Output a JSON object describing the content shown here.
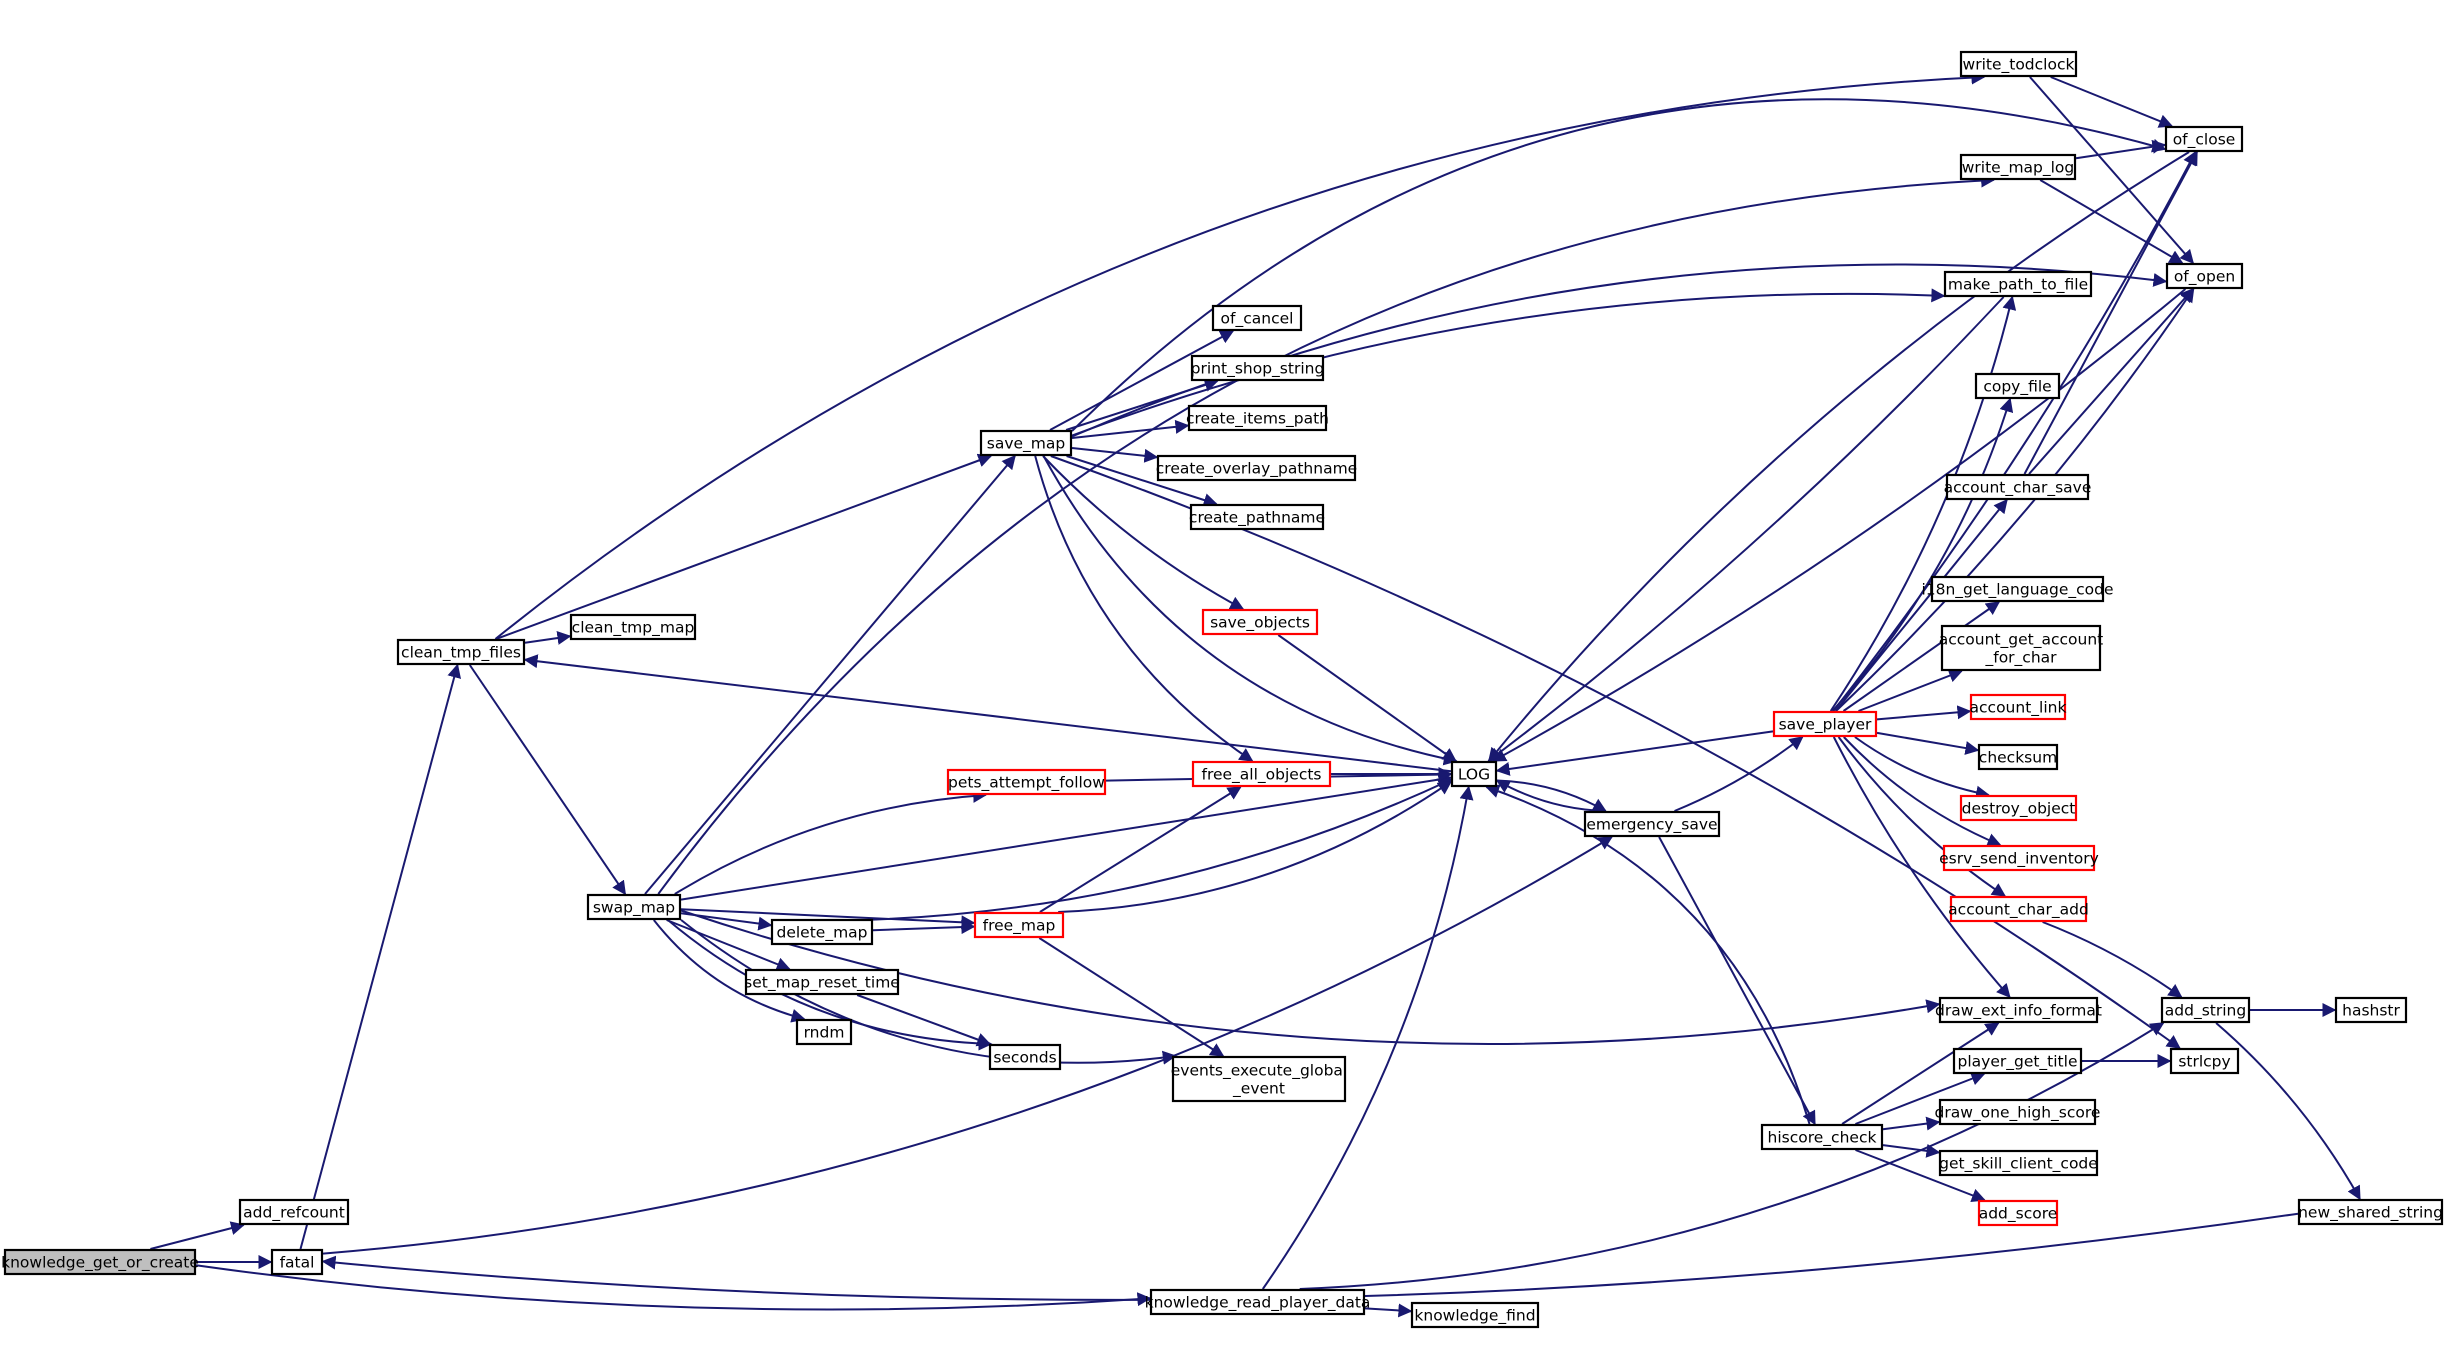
{
  "diagram": {
    "type": "call-graph",
    "colors": {
      "edge": "#191970",
      "node_border": "#000000",
      "node_border_incomplete": "#ff0000",
      "root_fill": "#bfbfbf",
      "node_fill": "#ffffff"
    },
    "nodes": [
      {
        "id": "knowledge_get_or_create",
        "label": "knowledge_get_or_create",
        "root": true
      },
      {
        "id": "add_refcount",
        "label": "add_refcount"
      },
      {
        "id": "fatal",
        "label": "fatal"
      },
      {
        "id": "clean_tmp_files",
        "label": "clean_tmp_files"
      },
      {
        "id": "clean_tmp_map",
        "label": "clean_tmp_map"
      },
      {
        "id": "swap_map",
        "label": "swap_map"
      },
      {
        "id": "save_map",
        "label": "save_map"
      },
      {
        "id": "delete_map",
        "label": "delete_map"
      },
      {
        "id": "set_map_reset_time",
        "label": "set_map_reset_time"
      },
      {
        "id": "rndm",
        "label": "rndm"
      },
      {
        "id": "seconds",
        "label": "seconds"
      },
      {
        "id": "pets_attempt_follow",
        "label": "pets_attempt_follow",
        "incomplete": true
      },
      {
        "id": "free_map",
        "label": "free_map",
        "incomplete": true
      },
      {
        "id": "free_all_objects",
        "label": "free_all_objects",
        "incomplete": true
      },
      {
        "id": "save_objects",
        "label": "save_objects",
        "incomplete": true
      },
      {
        "id": "events_execute_global_event",
        "label": "events_execute_global\n_event"
      },
      {
        "id": "of_cancel",
        "label": "of_cancel"
      },
      {
        "id": "print_shop_string",
        "label": "print_shop_string"
      },
      {
        "id": "create_items_path",
        "label": "create_items_path"
      },
      {
        "id": "create_overlay_pathname",
        "label": "create_overlay_pathname"
      },
      {
        "id": "create_pathname",
        "label": "create_pathname"
      },
      {
        "id": "LOG",
        "label": "LOG"
      },
      {
        "id": "emergency_save",
        "label": "emergency_save"
      },
      {
        "id": "knowledge_read_player_data",
        "label": "knowledge_read_player_data"
      },
      {
        "id": "knowledge_find",
        "label": "knowledge_find"
      },
      {
        "id": "write_todclock",
        "label": "write_todclock"
      },
      {
        "id": "write_map_log",
        "label": "write_map_log"
      },
      {
        "id": "make_path_to_file",
        "label": "make_path_to_file"
      },
      {
        "id": "copy_file",
        "label": "copy_file"
      },
      {
        "id": "account_char_save",
        "label": "account_char_save"
      },
      {
        "id": "i18n_get_language_code",
        "label": "i18n_get_language_code"
      },
      {
        "id": "account_get_account_for_char",
        "label": "account_get_account\n_for_char"
      },
      {
        "id": "save_player",
        "label": "save_player",
        "incomplete": true
      },
      {
        "id": "account_link",
        "label": "account_link",
        "incomplete": true
      },
      {
        "id": "checksum",
        "label": "checksum"
      },
      {
        "id": "destroy_object",
        "label": "destroy_object",
        "incomplete": true
      },
      {
        "id": "esrv_send_inventory",
        "label": "esrv_send_inventory",
        "incomplete": true
      },
      {
        "id": "account_char_add",
        "label": "account_char_add",
        "incomplete": true
      },
      {
        "id": "draw_ext_info_format",
        "label": "draw_ext_info_format"
      },
      {
        "id": "hiscore_check",
        "label": "hiscore_check"
      },
      {
        "id": "player_get_title",
        "label": "player_get_title"
      },
      {
        "id": "draw_one_high_score",
        "label": "draw_one_high_score"
      },
      {
        "id": "get_skill_client_code",
        "label": "get_skill_client_code"
      },
      {
        "id": "add_score",
        "label": "add_score",
        "incomplete": true
      },
      {
        "id": "of_close",
        "label": "of_close"
      },
      {
        "id": "of_open",
        "label": "of_open"
      },
      {
        "id": "add_string",
        "label": "add_string"
      },
      {
        "id": "hashstr",
        "label": "hashstr"
      },
      {
        "id": "strlcpy",
        "label": "strlcpy"
      },
      {
        "id": "new_shared_string",
        "label": "new_shared_string"
      }
    ],
    "edges": [
      [
        "knowledge_get_or_create",
        "add_refcount"
      ],
      [
        "knowledge_get_or_create",
        "fatal"
      ],
      [
        "knowledge_get_or_create",
        "knowledge_read_player_data"
      ],
      [
        "fatal",
        "clean_tmp_files"
      ],
      [
        "fatal",
        "emergency_save"
      ],
      [
        "clean_tmp_files",
        "clean_tmp_map"
      ],
      [
        "clean_tmp_files",
        "swap_map"
      ],
      [
        "clean_tmp_files",
        "save_map"
      ],
      [
        "clean_tmp_files",
        "write_todclock"
      ],
      [
        "swap_map",
        "save_map"
      ],
      [
        "swap_map",
        "pets_attempt_follow"
      ],
      [
        "swap_map",
        "LOG"
      ],
      [
        "swap_map",
        "free_map"
      ],
      [
        "swap_map",
        "delete_map"
      ],
      [
        "swap_map",
        "set_map_reset_time"
      ],
      [
        "swap_map",
        "rndm"
      ],
      [
        "swap_map",
        "seconds"
      ],
      [
        "swap_map",
        "events_execute_global_event"
      ],
      [
        "swap_map",
        "draw_ext_info_format"
      ],
      [
        "swap_map",
        "write_map_log"
      ],
      [
        "save_map",
        "of_cancel"
      ],
      [
        "save_map",
        "print_shop_string"
      ],
      [
        "save_map",
        "create_items_path"
      ],
      [
        "save_map",
        "create_overlay_pathname"
      ],
      [
        "save_map",
        "create_pathname"
      ],
      [
        "save_map",
        "save_objects"
      ],
      [
        "save_map",
        "free_all_objects"
      ],
      [
        "save_map",
        "LOG"
      ],
      [
        "save_map",
        "make_path_to_file"
      ],
      [
        "save_map",
        "of_close"
      ],
      [
        "save_map",
        "of_open"
      ],
      [
        "save_map",
        "strlcpy"
      ],
      [
        "delete_map",
        "free_map"
      ],
      [
        "delete_map",
        "LOG"
      ],
      [
        "set_map_reset_time",
        "seconds"
      ],
      [
        "pets_attempt_follow",
        "LOG"
      ],
      [
        "free_map",
        "free_all_objects"
      ],
      [
        "free_map",
        "LOG"
      ],
      [
        "free_map",
        "events_execute_global_event"
      ],
      [
        "free_all_objects",
        "LOG"
      ],
      [
        "save_objects",
        "LOG"
      ],
      [
        "LOG",
        "clean_tmp_files"
      ],
      [
        "LOG",
        "emergency_save"
      ],
      [
        "emergency_save",
        "LOG"
      ],
      [
        "emergency_save",
        "save_player"
      ],
      [
        "emergency_save",
        "hiscore_check"
      ],
      [
        "knowledge_read_player_data",
        "LOG"
      ],
      [
        "knowledge_read_player_data",
        "knowledge_find"
      ],
      [
        "knowledge_read_player_data",
        "add_string"
      ],
      [
        "write_todclock",
        "of_close"
      ],
      [
        "write_todclock",
        "of_open"
      ],
      [
        "write_map_log",
        "of_close"
      ],
      [
        "write_map_log",
        "of_open"
      ],
      [
        "make_path_to_file",
        "LOG"
      ],
      [
        "account_char_save",
        "of_close"
      ],
      [
        "account_char_save",
        "of_open"
      ],
      [
        "save_player",
        "LOG"
      ],
      [
        "save_player",
        "make_path_to_file"
      ],
      [
        "save_player",
        "copy_file"
      ],
      [
        "save_player",
        "account_char_save"
      ],
      [
        "save_player",
        "i18n_get_language_code"
      ],
      [
        "save_player",
        "account_get_account_for_char"
      ],
      [
        "save_player",
        "account_link"
      ],
      [
        "save_player",
        "checksum"
      ],
      [
        "save_player",
        "destroy_object"
      ],
      [
        "save_player",
        "esrv_send_inventory"
      ],
      [
        "save_player",
        "account_char_add"
      ],
      [
        "save_player",
        "draw_ext_info_format"
      ],
      [
        "save_player",
        "of_close"
      ],
      [
        "save_player",
        "of_open"
      ],
      [
        "account_char_add",
        "add_string"
      ],
      [
        "hiscore_check",
        "LOG"
      ],
      [
        "hiscore_check",
        "draw_ext_info_format"
      ],
      [
        "hiscore_check",
        "player_get_title"
      ],
      [
        "hiscore_check",
        "draw_one_high_score"
      ],
      [
        "hiscore_check",
        "get_skill_client_code"
      ],
      [
        "hiscore_check",
        "add_score"
      ],
      [
        "player_get_title",
        "strlcpy"
      ],
      [
        "add_string",
        "hashstr"
      ],
      [
        "add_string",
        "new_shared_string"
      ],
      [
        "new_shared_string",
        "fatal"
      ],
      [
        "of_open",
        "LOG"
      ],
      [
        "of_close",
        "LOG"
      ]
    ]
  }
}
